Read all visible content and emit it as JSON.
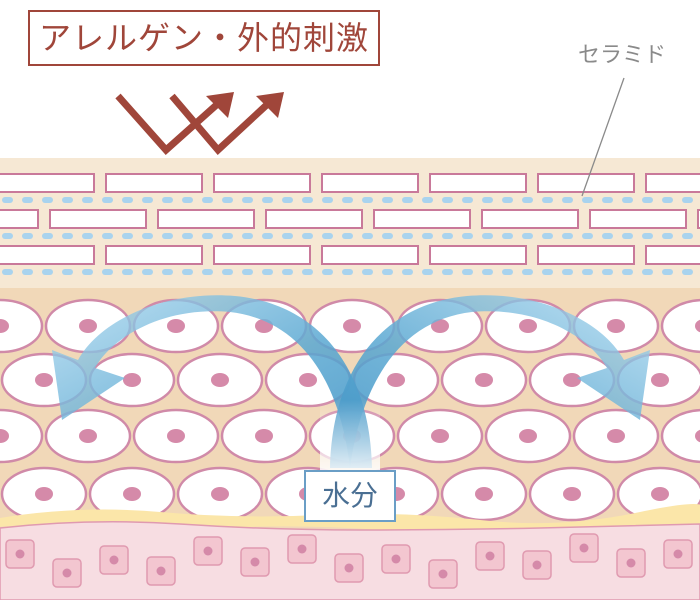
{
  "labels": {
    "allergen": "アレルゲン・外的刺激",
    "ceramide": "セラミド",
    "water": "水分"
  },
  "colors": {
    "stratum_background": "#f6e8d4",
    "corneocyte_border": "#c9799a",
    "ceramide_dots": "#a9d3ee",
    "cell_layer_background": "#f1d8b8",
    "cell_body": "#ffffff",
    "cell_border": "#d08aa8",
    "nucleus": "#d58aa9",
    "basal_band": "#f7dde2",
    "basal_border": "#e09ab0",
    "basement_line": "#fbe6a9",
    "irritant_arrows": "#a0463a",
    "moisture_arrows": "#6fb2d6",
    "leader_line": "#8a8a8a"
  },
  "icons": {
    "irritant": "zigzag-bounce-arrows-icon",
    "moisture": "curved-arrows-icon"
  }
}
